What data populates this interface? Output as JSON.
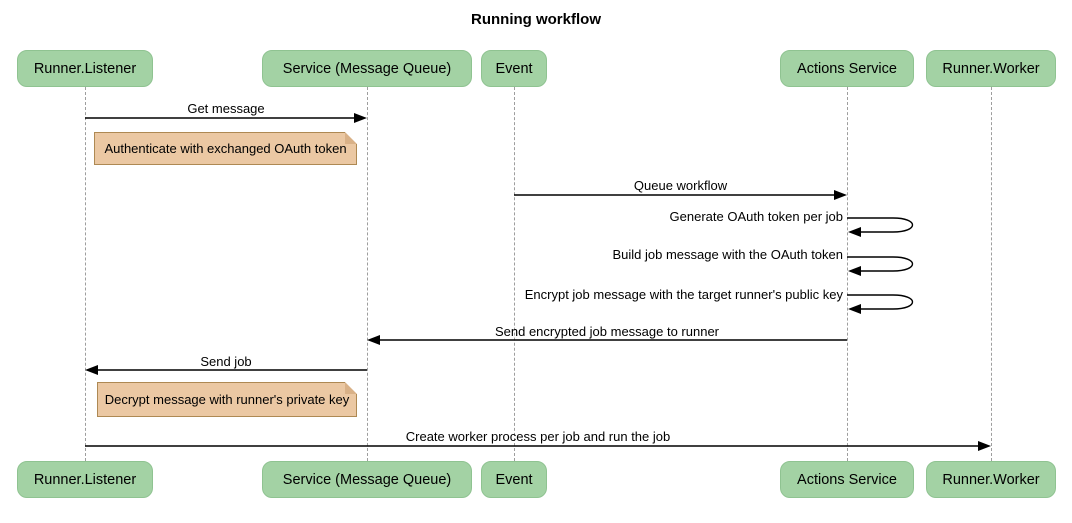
{
  "title": "Running workflow",
  "diagram_type": "sequence-diagram",
  "colors": {
    "background": "#ffffff",
    "actor_fill": "#a3d2a4",
    "actor_border": "#8fc391",
    "note_fill": "#ebc8a3",
    "note_border": "#ae8953",
    "note_fold": "#d9b187",
    "lifeline": "#9e9e9e",
    "arrow": "#000000",
    "text": "#000000"
  },
  "actors": [
    {
      "label": "Runner.Listener"
    },
    {
      "label": "Service (Message Queue)"
    },
    {
      "label": "Event"
    },
    {
      "label": "Actions Service"
    },
    {
      "label": "Runner.Worker"
    }
  ],
  "messages": [
    {
      "text": "Get message",
      "from": "Runner.Listener",
      "to": "Service (Message Queue)",
      "kind": "arrow"
    },
    {
      "text": "Queue workflow",
      "from": "Event",
      "to": "Actions Service",
      "kind": "arrow"
    },
    {
      "text": "Generate OAuth token per job",
      "from": "Actions Service",
      "to": "Actions Service",
      "kind": "self"
    },
    {
      "text": "Build job message with the OAuth token",
      "from": "Actions Service",
      "to": "Actions Service",
      "kind": "self"
    },
    {
      "text": "Encrypt job message with the target runner's public key",
      "from": "Actions Service",
      "to": "Actions Service",
      "kind": "self"
    },
    {
      "text": "Send encrypted job message to runner",
      "from": "Actions Service",
      "to": "Service (Message Queue)",
      "kind": "arrow"
    },
    {
      "text": "Send job",
      "from": "Service (Message Queue)",
      "to": "Runner.Listener",
      "kind": "arrow"
    },
    {
      "text": "Create worker process per job and run the job",
      "from": "Runner.Listener",
      "to": "Runner.Worker",
      "kind": "arrow"
    }
  ],
  "notes": [
    {
      "text": "Authenticate with exchanged OAuth token",
      "position": "right of Runner.Listener"
    },
    {
      "text": "Decrypt message with runner's private key",
      "position": "right of Runner.Listener"
    }
  ]
}
